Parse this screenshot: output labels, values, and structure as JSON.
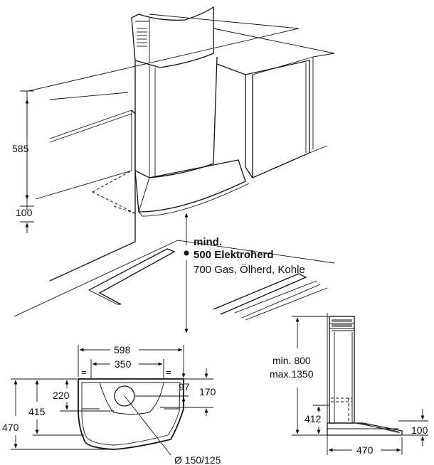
{
  "main_view": {
    "dim_height": "585",
    "dim_bottom_offset": "100",
    "clearance_title": "mind.",
    "clearance_electric": "500 Elektroherd",
    "clearance_gas": "700 Gas, Ölherd, Kohle"
  },
  "bottom_view": {
    "dim_total_width": "598",
    "dim_inner_width": "350",
    "dim_depth_total": "470",
    "dim_depth_mid": "415",
    "dim_to_center": "220",
    "dim_97": "97",
    "dim_170": "170",
    "outlet_diameter": "Ø 150/125",
    "equal_mark": "="
  },
  "side_view": {
    "height_min": "min. 800",
    "height_max": "max.1350",
    "dim_412": "412",
    "dim_100": "100",
    "dim_depth": "470"
  }
}
